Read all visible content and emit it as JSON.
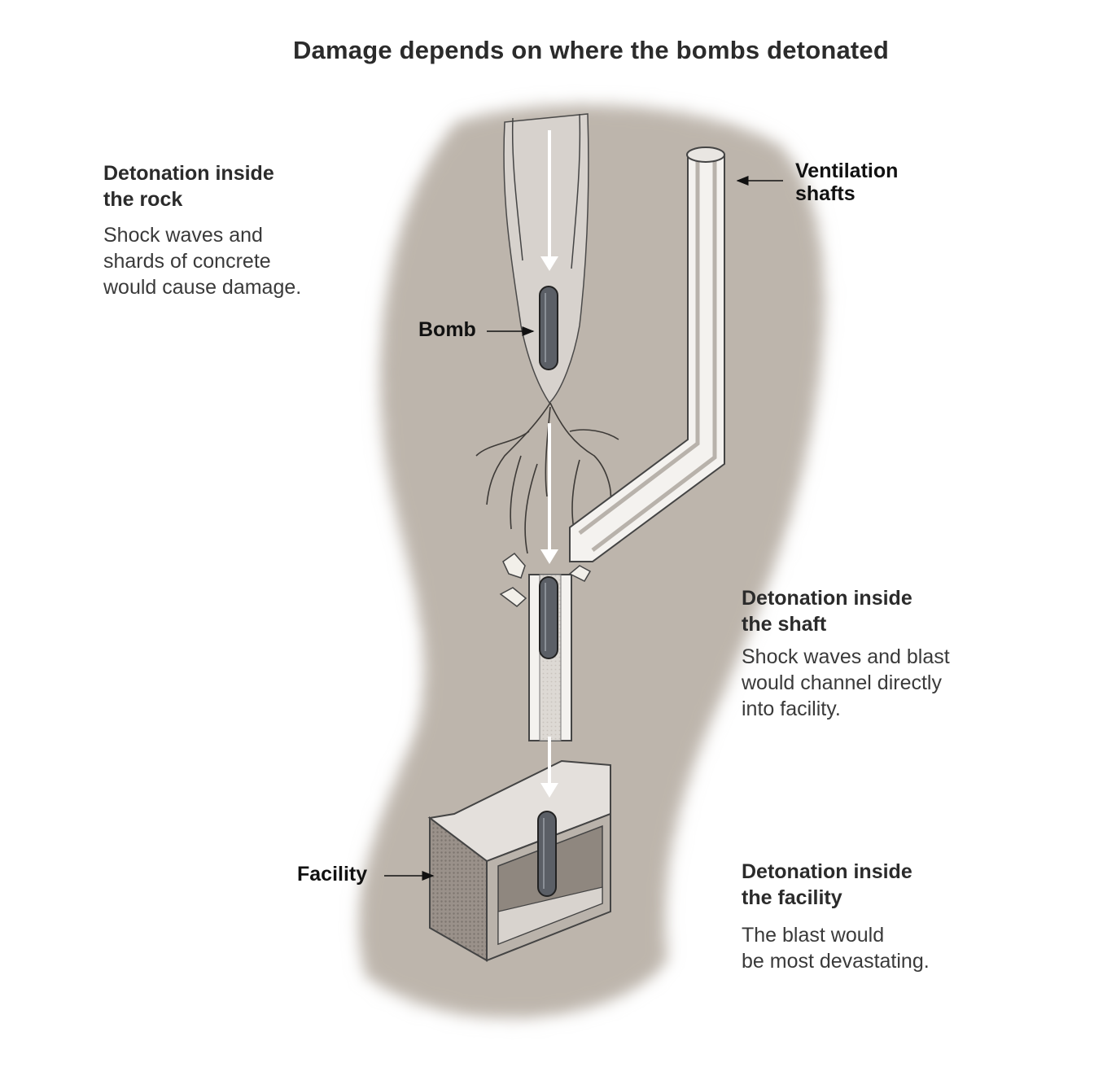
{
  "title": "Damage depends on where the bombs detonated",
  "sections": {
    "rock": {
      "heading": [
        "Detonation inside",
        "the rock"
      ],
      "body": [
        "Shock waves and",
        "shards of concrete",
        "would cause damage."
      ]
    },
    "shaft": {
      "heading": [
        "Detonation inside",
        "the shaft"
      ],
      "body": [
        "Shock waves and blast",
        "would channel directly",
        "into facility."
      ]
    },
    "facility": {
      "heading": [
        "Detonation inside",
        "the facility"
      ],
      "body": [
        "The blast would",
        "be most devastating."
      ]
    }
  },
  "labels": {
    "bomb": "Bomb",
    "ventilation": [
      "Ventilation",
      "shafts"
    ],
    "facility": "Facility"
  },
  "colors": {
    "rock": "#bdb5ac",
    "shaft_wall": "#f4f2ef",
    "bomb": "#5b5f66",
    "arrow": "#ffffff",
    "pointer": "#111111"
  }
}
